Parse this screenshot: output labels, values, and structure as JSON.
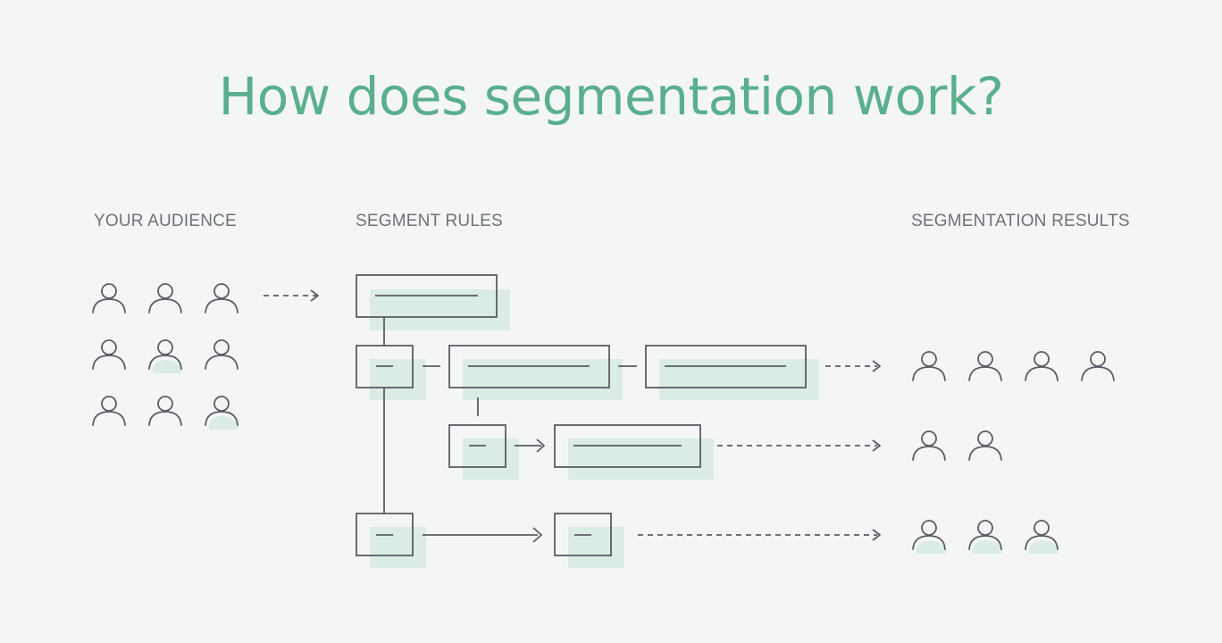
{
  "title": "How does segmentation work?",
  "columns": {
    "audience": "YOUR AUDIENCE",
    "rules": "SEGMENT RULES",
    "results": "SEGMENTATION RESULTS"
  },
  "colors": {
    "accent": "#5aaf8c",
    "line": "#5b5d66",
    "highlight": "#dbece5",
    "background": "#f4f6f6",
    "label": "#6e7178"
  },
  "icons": {
    "person": "person-icon",
    "arrow": "arrow-right-icon"
  },
  "audience_count": 9,
  "results": [
    4,
    2,
    3
  ]
}
